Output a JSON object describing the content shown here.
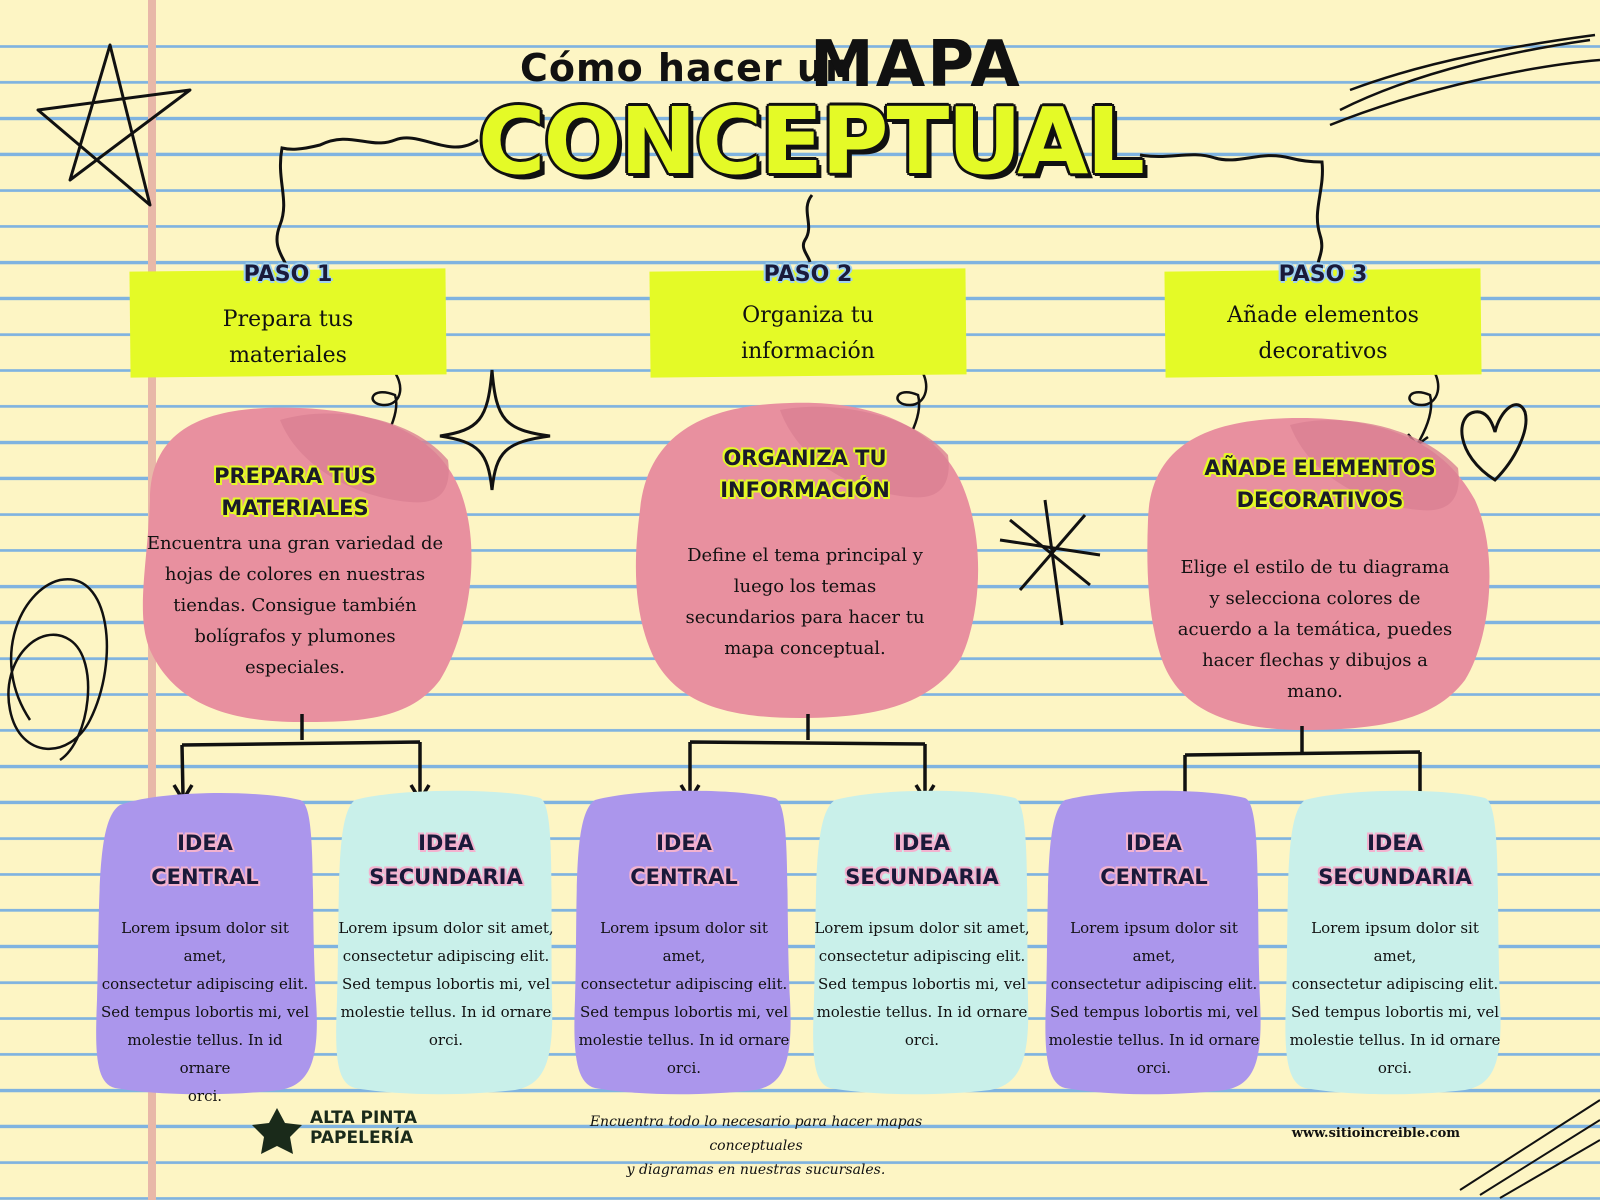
{
  "title": {
    "line1_small": "Cómo hacer un",
    "line1_big": "MAPA",
    "line2": "CONCEPTUAL"
  },
  "steps": [
    {
      "label": "PASO 1",
      "text_line1": "Prepara tus",
      "text_line2": "materiales",
      "heading_line1": "PREPARA TUS",
      "heading_line2": "MATERIALES",
      "body": [
        "Encuentra una gran variedad de",
        "hojas de colores en nuestras",
        "tiendas. Consigue también",
        "bolígrafos y plumones",
        "especiales."
      ]
    },
    {
      "label": "PASO 2",
      "text_line1": "Organiza tu",
      "text_line2": "información",
      "heading_line1": "ORGANIZA TU",
      "heading_line2": "INFORMACIÓN",
      "body": [
        "Define el tema principal y",
        "luego los temas",
        "secundarios para hacer tu",
        "mapa conceptual."
      ]
    },
    {
      "label": "PASO 3",
      "text_line1": "Añade elementos",
      "text_line2": "decorativos",
      "heading_line1": "AÑADE ELEMENTOS",
      "heading_line2": "DECORATIVOS",
      "body": [
        "Elige el estilo de tu diagrama",
        "y selecciona colores de",
        "acuerdo a la temática, puedes",
        "hacer flechas y dibujos a",
        "mano."
      ]
    }
  ],
  "idea_central": {
    "line1": "IDEA",
    "line2": "CENTRAL"
  },
  "idea_secundaria": {
    "line1": "IDEA",
    "line2": "SECUNDARIA"
  },
  "lorem": [
    "Lorem ipsum dolor sit amet,",
    "consectetur adipiscing elit.",
    "Sed tempus lobortis mi, vel",
    "molestie tellus. In id ornare",
    "orci."
  ],
  "footer": {
    "logo_line1": "ALTA PINTA",
    "logo_line2": "PAPELERÍA",
    "tagline_line1": "Encuentra todo lo necesario para hacer mapas conceptuales",
    "tagline_line2": "y diagramas en nuestras sucursales.",
    "url": "www.sitioincreible.com"
  },
  "colors": {
    "background": "#fdf5c4",
    "accent_yellow": "#e4fa27",
    "circle_pink": "#e8909f",
    "card_purple": "#ab96ec",
    "card_mint": "#c9f0ea",
    "rule_blue": "#7fb3e0"
  }
}
